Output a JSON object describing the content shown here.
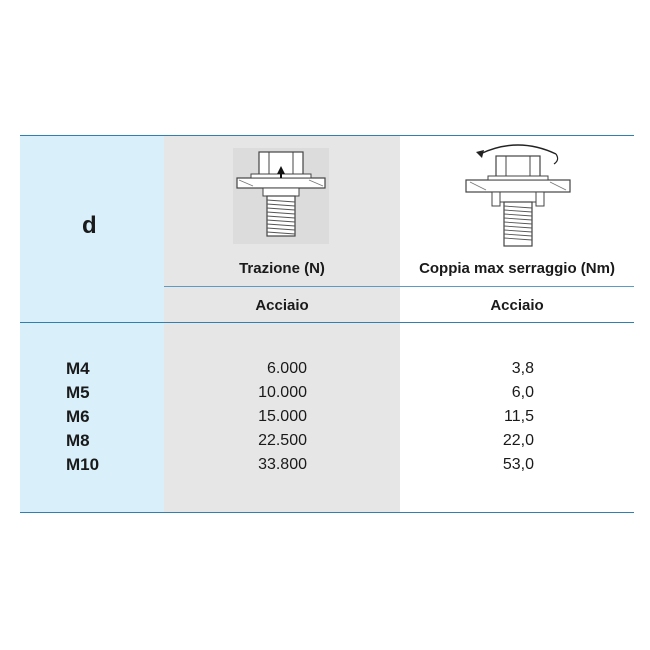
{
  "table": {
    "col_d_header": "d",
    "col_traction_header": "Trazione (N)",
    "col_torque_header": "Coppia max serraggio (Nm)",
    "col_traction_sub": "Acciaio",
    "col_torque_sub": "Acciaio",
    "rows": [
      {
        "d": "M4",
        "traction": "6.000",
        "torque": "3,8"
      },
      {
        "d": "M5",
        "traction": "10.000",
        "torque": "6,0"
      },
      {
        "d": "M6",
        "traction": "15.000",
        "torque": "11,5"
      },
      {
        "d": "M8",
        "traction": "22.500",
        "torque": "22,0"
      },
      {
        "d": "M10",
        "traction": "33.800",
        "torque": "53,0"
      }
    ]
  },
  "figures": {
    "traction_icon": "rivet-nut-traction-diagram",
    "torque_icon": "rivet-nut-torque-diagram"
  },
  "colors": {
    "d_column_bg": "#d9f0fb",
    "traction_column_bg": "#e6e6e6",
    "rule_color": "#2f7fb0"
  }
}
